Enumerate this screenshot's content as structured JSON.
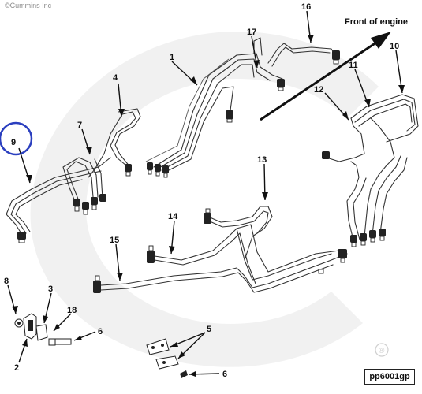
{
  "copyright": "©Cummins Inc",
  "direction_label": "Front of engine",
  "reference_code": "pp6001gp",
  "callouts": {
    "c1": "1",
    "c2": "2",
    "c3": "3",
    "c4": "4",
    "c5": "5",
    "c6a": "6",
    "c6b": "6",
    "c7": "7",
    "c8": "8",
    "c9": "9",
    "c10": "10",
    "c11": "11",
    "c12": "12",
    "c13": "13",
    "c14": "14",
    "c15": "15",
    "c16": "16",
    "c17": "17",
    "c18": "18"
  },
  "highlight_color": "#2b3fbf",
  "registered_mark": "®"
}
